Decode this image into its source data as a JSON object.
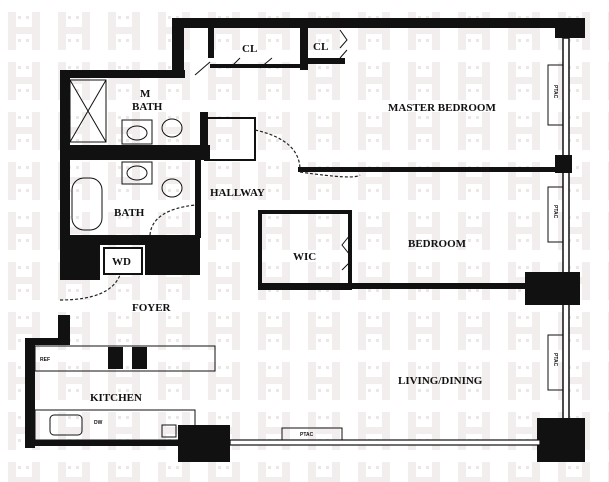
{
  "floorplan": {
    "rooms": {
      "master_bedroom": "MASTER BEDROOM",
      "bedroom": "BEDROOM",
      "living_dining": "LIVING/DINING",
      "kitchen": "KITCHEN",
      "foyer": "FOYER",
      "hallway": "HALLWAY",
      "m_bath_line1": "M",
      "m_bath_line2": "BATH",
      "bath": "BATH",
      "closet_1": "CL",
      "closet_2": "CL",
      "wic": "WIC",
      "wd": "WD"
    },
    "fixtures": {
      "ptac": "PTAC",
      "ref": "REF",
      "dw": "DW"
    },
    "watermark": "H"
  }
}
